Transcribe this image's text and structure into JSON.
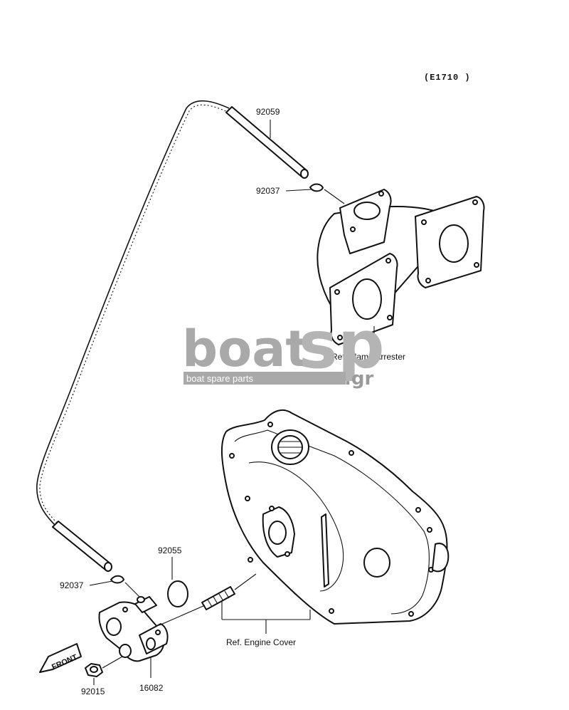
{
  "diagram_code": "(E1710 )",
  "parts": {
    "hose_upper": "92059",
    "clamp_upper": "92037",
    "clamp_lower": "92037",
    "o_ring": "92055",
    "nut": "92015",
    "fuel_pump": "16082"
  },
  "references": {
    "flame_arrester": "Ref. Flame Arrester",
    "engine_cover": "Ref. Engine Cover"
  },
  "front_badge": "FRONT",
  "watermark": {
    "brand_a": "boat",
    "brand_b": "sp",
    "tagline": "boat spare parts",
    "domain": ".gr"
  }
}
